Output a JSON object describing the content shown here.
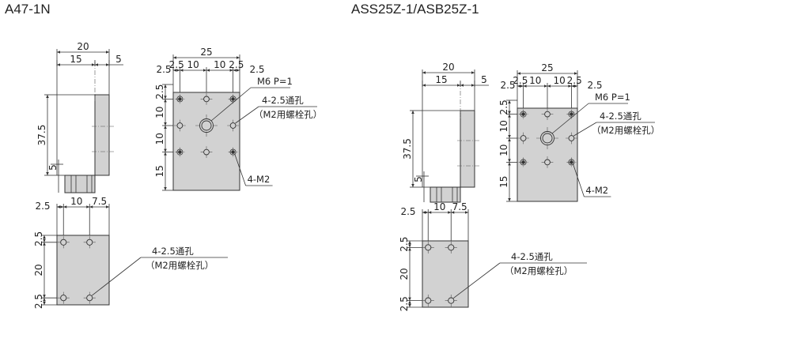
{
  "views": [
    {
      "title": "A47-1N",
      "side_dims": {
        "total_depth": "20",
        "left_part": "15",
        "right_part": "5",
        "height": "37.5",
        "base": "5"
      },
      "top_dims": {
        "width": "25",
        "left_margin": "2.5",
        "pitch_a": "10",
        "pitch_b": "10",
        "right_margin": "2.5",
        "v_top": "2.5",
        "v_1": "10",
        "v_2": "10",
        "v_3": "15"
      },
      "top_notes": {
        "center_tap": "M6 P=1",
        "through_holes": "4-2.5通孔",
        "through_holes_sub": "（M2用螺栓孔）",
        "taps": "4-M2"
      },
      "bottom_dims": {
        "left_margin": "2.5",
        "pitch": "10",
        "right_margin": "7.5",
        "v_top": "2.5",
        "v_pitch": "20",
        "v_bottom": "2.5"
      },
      "bottom_notes": {
        "through_holes": "4-2.5通孔",
        "through_holes_sub": "（M2用螺栓孔）"
      }
    },
    {
      "title": "ASS25Z-1/ASB25Z-1",
      "side_dims": {
        "total_depth": "20",
        "left_part": "15",
        "right_part": "5",
        "height": "37.5",
        "base": "5"
      },
      "top_dims": {
        "width": "25",
        "left_margin": "2.5",
        "pitch_a": "10",
        "pitch_b": "10",
        "right_margin": "2.5",
        "v_top": "2.5",
        "v_1": "10",
        "v_2": "10",
        "v_3": "15"
      },
      "top_notes": {
        "center_tap": "M6 P=1",
        "through_holes": "4-2.5通孔",
        "through_holes_sub": "（M2用螺栓孔）",
        "taps": "4-M2"
      },
      "bottom_dims": {
        "left_margin": "2.5",
        "pitch": "10",
        "right_margin": "7.5",
        "v_top": "2.5",
        "v_pitch": "20",
        "v_bottom": "2.5"
      },
      "bottom_notes": {
        "through_holes": "4-2.5通孔",
        "through_holes_sub": "（M2用螺栓孔）"
      }
    }
  ]
}
